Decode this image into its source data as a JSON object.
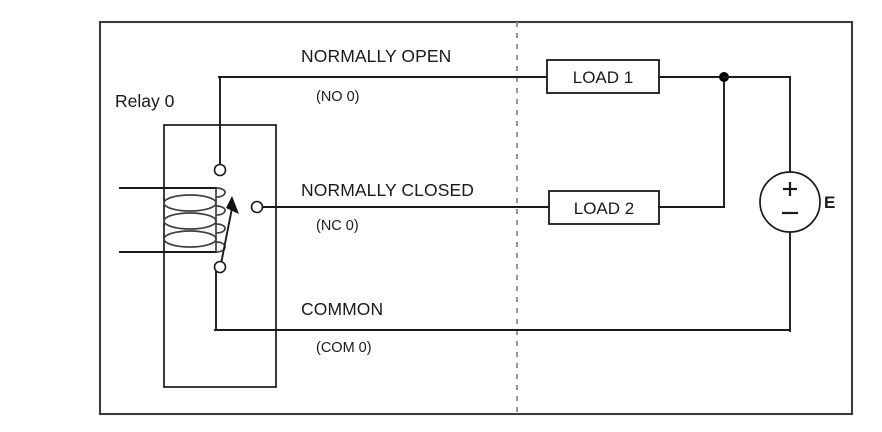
{
  "diagram": {
    "title_relay": "Relay 0",
    "contacts": [
      {
        "name": "NORMALLY OPEN",
        "code": "(NO 0)"
      },
      {
        "name": "NORMALLY CLOSED",
        "code": "(NC 0)"
      },
      {
        "name": "COMMON",
        "code": "(COM 0)"
      }
    ],
    "loads": [
      {
        "label": "LOAD 1"
      },
      {
        "label": "LOAD 2"
      }
    ],
    "source": {
      "label": "E",
      "plus": "+",
      "minus": "−"
    },
    "colors": {
      "wire": "#1a1a1a",
      "frame": "#3b3b3b",
      "divider": "#8a8a8a",
      "coil": "#404040",
      "background": "#ffffff"
    }
  }
}
